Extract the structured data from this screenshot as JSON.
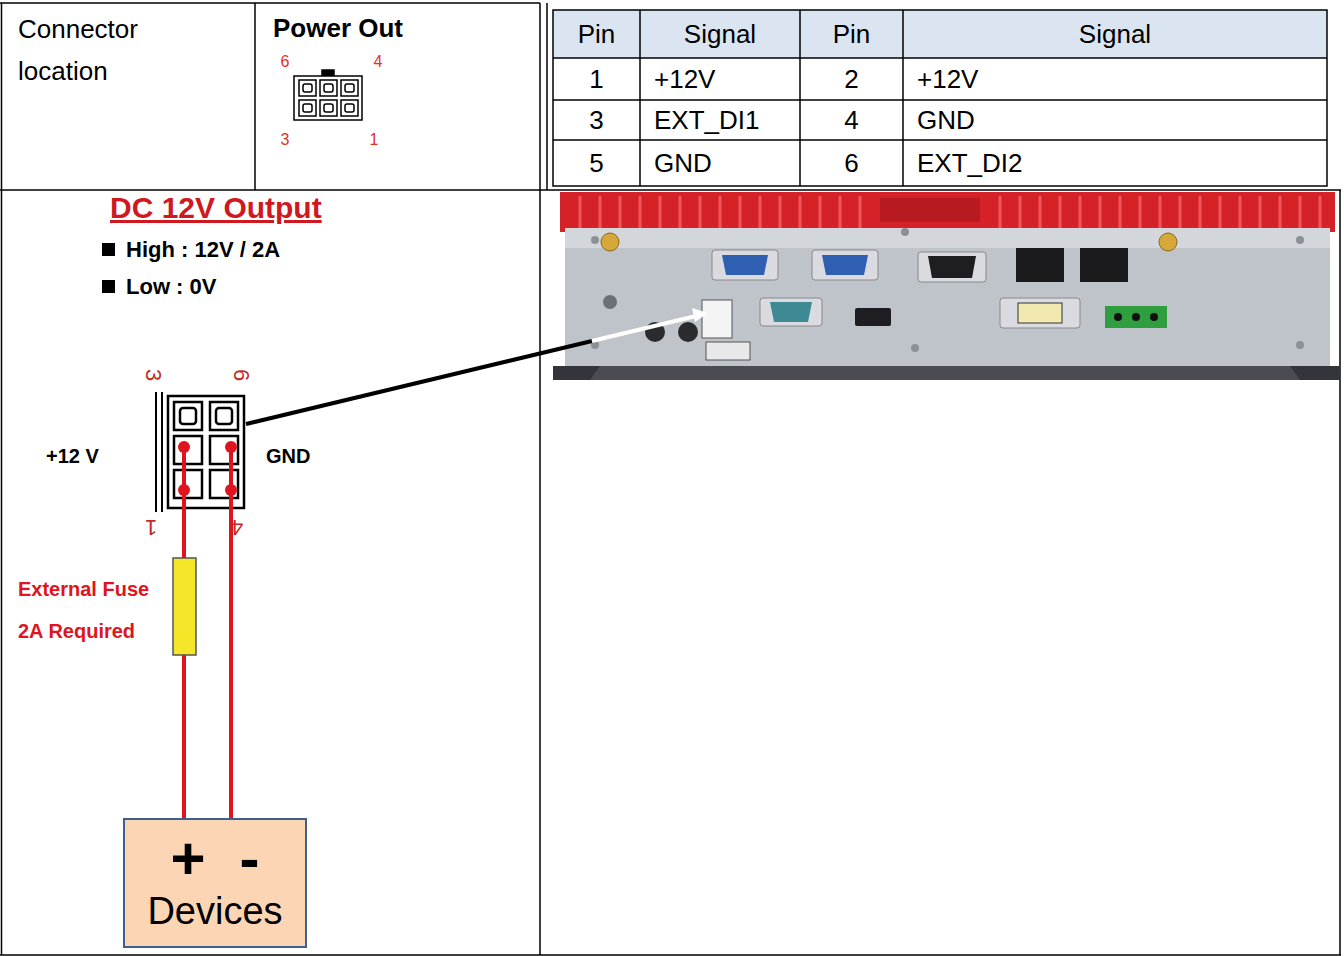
{
  "diagram": {
    "nodes": [
      {
        "text": [
          "+",
          "-",
          "Devices"
        ]
      }
    ],
    "labels": [
      "Connector location",
      "Power Out",
      "6",
      "4",
      "3",
      "1",
      "Pin",
      "Signal",
      "Pin",
      "Signal",
      "1",
      "+12V",
      "2",
      "+12V",
      "3",
      "EXT_DI1",
      "4",
      "GND",
      "5",
      "GND",
      "6",
      "EXT_DI2",
      "DC 12V Output",
      "High : 12V / 2A",
      "Low : 0V",
      "3",
      "6",
      "+12 V",
      "GND",
      "1",
      "4",
      "External Fuse 2A Required"
    ]
  }
}
